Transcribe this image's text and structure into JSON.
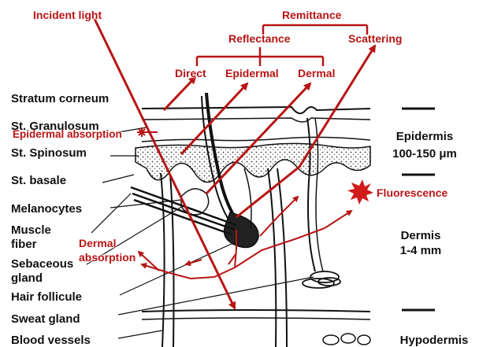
{
  "colors": {
    "accent": "#b81414",
    "ink": "#111111",
    "background": "#ffffff"
  },
  "light_terms": {
    "incident_light": "Incident light",
    "remittance": "Remittance",
    "reflectance": "Reflectance",
    "scattering": "Scattering",
    "direct": "Direct",
    "epidermal": "Epidermal",
    "dermal": "Dermal",
    "epidermal_absorption": "Epidermal absorption",
    "fluorescence": "Fluorescence",
    "dermal_absorption_line1": "Dermal",
    "dermal_absorption_line2": "absorption"
  },
  "structures": {
    "stratum_corneum": "Stratum corneum",
    "st_granulosum": "St. Granulosum",
    "st_spinosum": "St. Spinosum",
    "st_basale": "St. basale",
    "melanocytes": "Melanocytes",
    "muscle_fiber_line1": "Muscle",
    "muscle_fiber_line2": "fiber",
    "sebaceous_gland_line1": "Sebaceous",
    "sebaceous_gland_line2": "gland",
    "hair_follicule": "Hair follicule",
    "sweat_gland": "Sweat gland",
    "blood_vessels": "Blood vessels"
  },
  "layers": {
    "epidermis": "Epidermis",
    "epidermis_thickness": "100-150 μm",
    "dermis": "Dermis",
    "dermis_thickness": "1-4 mm",
    "hypodermis": "Hypodermis"
  }
}
